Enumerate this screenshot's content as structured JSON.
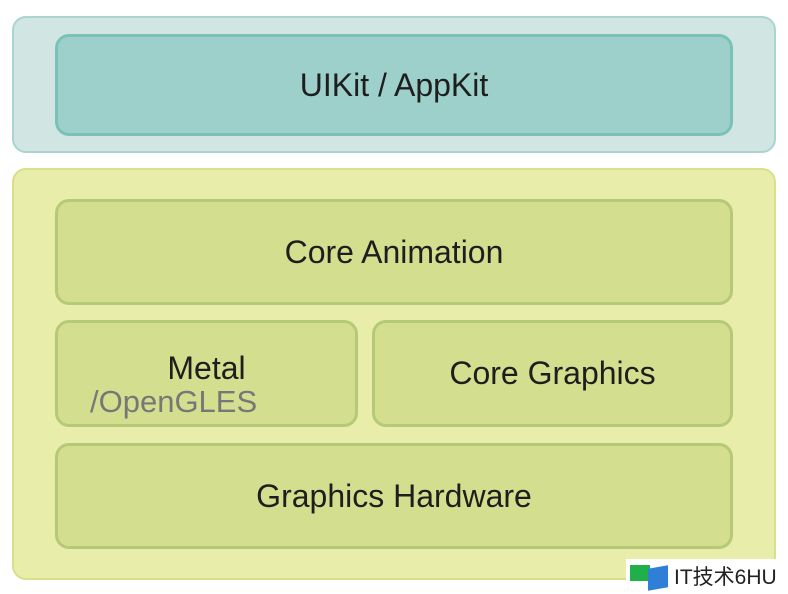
{
  "layers": {
    "ui": "UIKit / AppKit",
    "core_animation": "Core Animation",
    "metal": "Metal",
    "opengles": "/OpenGLES",
    "core_graphics": "Core Graphics",
    "hardware": "Graphics Hardware"
  },
  "watermark": "IT技术6HU"
}
